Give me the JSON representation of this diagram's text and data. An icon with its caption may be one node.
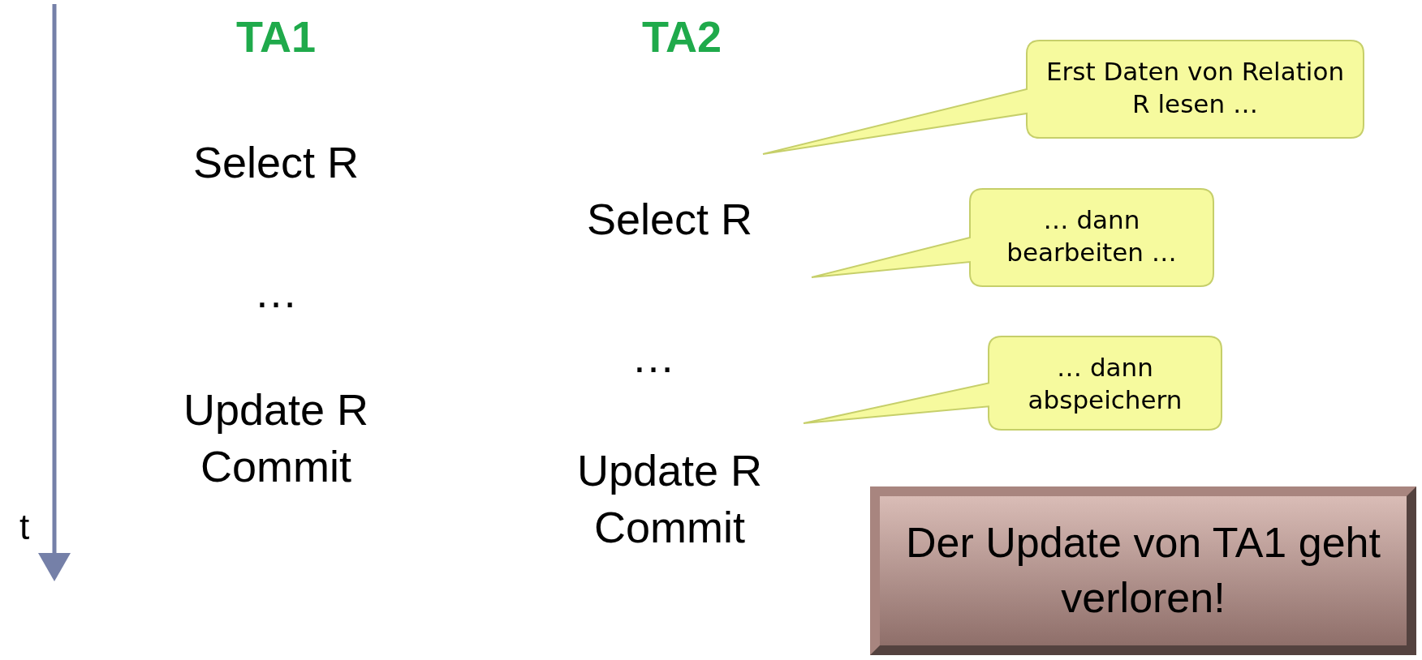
{
  "diagram": {
    "nodes": [
      {
        "text": [
          "Erst Daten von Relation R lesen …"
        ]
      },
      {
        "text": [
          "… dann bearbeiten …"
        ]
      },
      {
        "text": [
          "… dann abspeichern"
        ]
      },
      {
        "text": [
          "Der Update von TA1 geht verloren!"
        ]
      }
    ],
    "labels": [
      "TA1",
      "TA2",
      "Select R",
      "Select R",
      "…",
      "…",
      "Update R",
      "Commit",
      "Update R",
      "Commit",
      "t"
    ]
  }
}
